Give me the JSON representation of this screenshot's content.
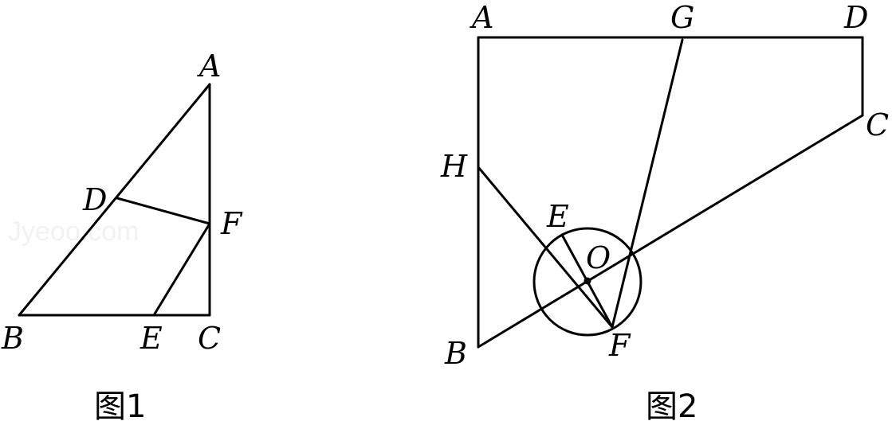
{
  "figure1": {
    "caption": "图1",
    "labels": {
      "A": "A",
      "B": "B",
      "C": "C",
      "D": "D",
      "E": "E",
      "F": "F"
    }
  },
  "figure2": {
    "caption": "图2",
    "labels": {
      "A": "A",
      "B": "B",
      "C": "C",
      "D": "D",
      "E": "E",
      "F": "F",
      "G": "G",
      "H": "H",
      "O": "O"
    }
  },
  "watermark": "Jyeoo.com"
}
